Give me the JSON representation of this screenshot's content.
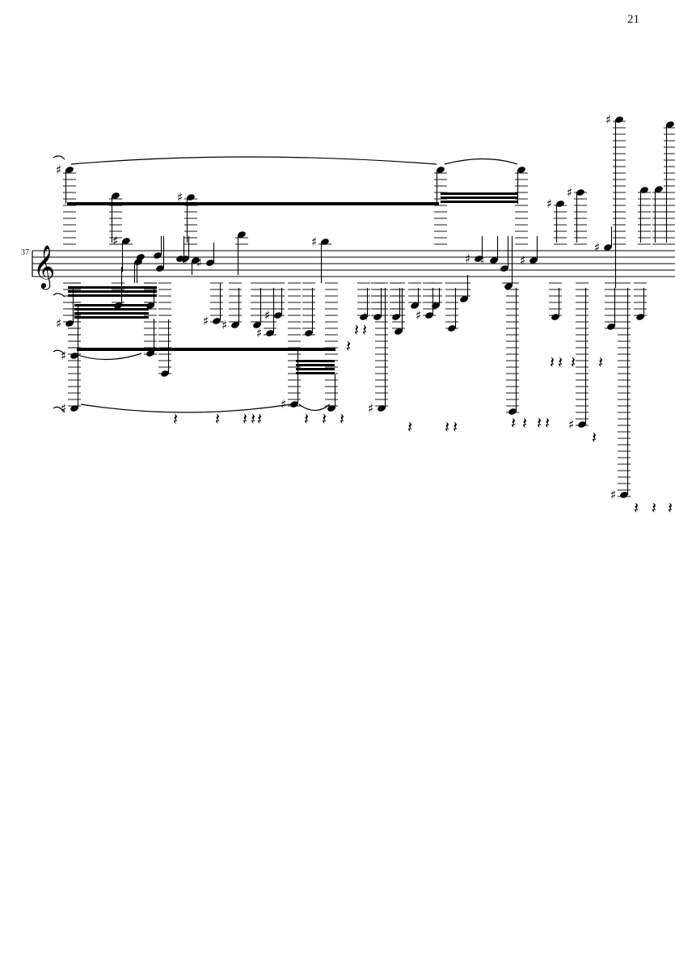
{
  "page": {
    "number": "21"
  },
  "system": {
    "measure_number": "37",
    "clef": "treble",
    "clef_glyph": "𝄞"
  },
  "glyphs": {
    "sharp": "♯",
    "natural": "♮",
    "rest": "𝄽"
  }
}
